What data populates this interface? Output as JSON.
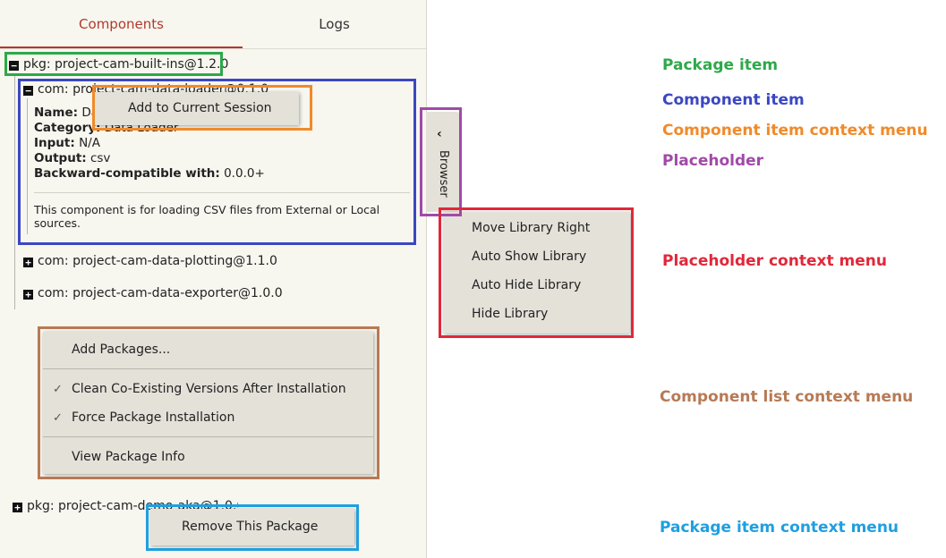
{
  "tabs": {
    "components": "Components",
    "logs": "Logs"
  },
  "tree": {
    "package1": {
      "sign": "−",
      "label": "pkg: project-cam-built-ins@1.2.0"
    },
    "component1": {
      "sign": "−",
      "label": "com: project-cam-data-loader@0.1.0",
      "name_key": "Name:",
      "name_val": "Data Loader",
      "category_key": "Category:",
      "category_val": "Data Loader",
      "input_key": "Input:",
      "input_val": "N/A",
      "output_key": "Output:",
      "output_val": "csv",
      "compat_key": "Backward-compatible with:",
      "compat_val": "0.0.0+",
      "description": "This component is for loading CSV files from External or Local sources."
    },
    "component2": {
      "sign": "+",
      "label": "com: project-cam-data-plotting@1.1.0"
    },
    "component3": {
      "sign": "+",
      "label": "com: project-cam-data-exporter@1.0.0"
    },
    "package2": {
      "sign": "+",
      "label": "pkg: project-cam-demo-aka@1.0.0"
    }
  },
  "component_item_menu": {
    "add": "Add to Current Session"
  },
  "placeholder": {
    "label": "Browser",
    "chevron": "‹"
  },
  "placeholder_menu": {
    "items": [
      "Move Library Right",
      "Auto Show Library",
      "Auto Hide Library",
      "Hide Library"
    ]
  },
  "component_list_menu": {
    "add_packages": "Add Packages...",
    "clean": "Clean Co-Existing Versions After Installation",
    "force": "Force Package Installation",
    "view_info": "View Package Info",
    "check": "✓"
  },
  "package_item_menu": {
    "remove": "Remove This Package"
  },
  "legend": {
    "package_item": "Package item",
    "component_item": "Component item",
    "component_item_menu": "Component item context menu",
    "placeholder": "Placeholder",
    "placeholder_menu": "Placeholder context menu",
    "component_list_menu": "Component list context menu",
    "package_item_menu": "Package item context menu"
  },
  "colors": {
    "green": "#2ea84a",
    "blue": "#3b47c2",
    "orange": "#f08a2a",
    "purple": "#a04aa8",
    "red": "#e0283a",
    "brown": "#b77a55",
    "cyan": "#1f9fe0",
    "tab_active": "#b03a2e"
  }
}
